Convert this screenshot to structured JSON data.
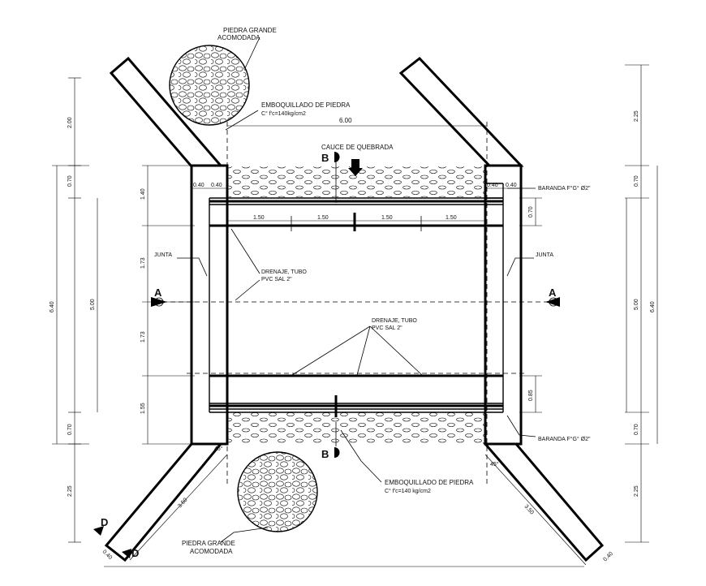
{
  "labels": {
    "piedra_top": [
      "PIEDRA GRANDE",
      "ACOMODADA"
    ],
    "piedra_bottom": [
      "PIEDRA GRANDE",
      "ACOMODADA"
    ],
    "emboq_top": [
      "EMBOQUILLADO DE PIEDRA",
      "C° f'c=140kg/cm2"
    ],
    "emboq_bottom": [
      "EMBOQUILLADO DE PIEDRA",
      "C° f'c=140 kg/cm2"
    ],
    "cauce": "CAUCE DE QUEBRADA",
    "baranda_top": "BARANDA F°G° Ø2\"",
    "baranda_bottom": "BARANDA F°G° Ø2\"",
    "junta_left": "JUNTA",
    "junta_right": "JUNTA",
    "drenaje_left": [
      "DRENAJE, TUBO",
      "PVC SAL 2\""
    ],
    "drenaje_center": [
      "DRENAJE, TUBO",
      "PVC SAL 2\""
    ]
  },
  "section_marks": {
    "a_left": "A",
    "a_right": "A",
    "b_top": "B",
    "b_bottom": "B",
    "d_top": "D",
    "d_bottom": "D"
  },
  "dimensions": {
    "width_top": "6.00",
    "left_outer": [
      "2.00",
      "0.70",
      "6.40",
      "0.70",
      "2.25"
    ],
    "left_inner": [
      "1.40",
      "1.73",
      "1.73",
      "1.55"
    ],
    "right_outer": [
      "2.25",
      "0.70",
      "5.00",
      "6.40",
      "0.70",
      "2.25"
    ],
    "right_inner": [
      "0.70",
      "0.85"
    ],
    "left_center": "5.00",
    "wall_top": [
      "0.40",
      "0.40",
      "0.40",
      "0.40"
    ],
    "slab_spacing": [
      "1.50",
      "1.50",
      "1.50",
      "1.50"
    ],
    "wing_left": "3.50",
    "wing_right": "3.50",
    "angle_left": "45°",
    "angle_right": "45°",
    "wing_thick_left": "0.40",
    "wing_thick_right": "0.40"
  }
}
